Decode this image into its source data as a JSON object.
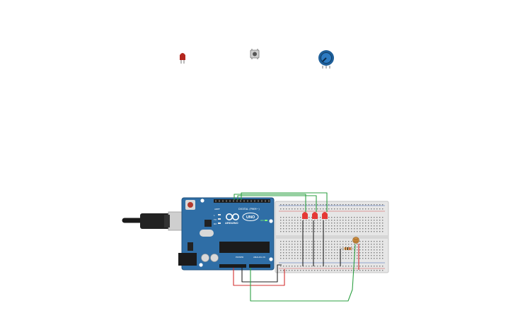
{
  "palette_components": [
    {
      "name": "led",
      "color": "#b3261e"
    },
    {
      "name": "pushbutton",
      "color": "#8a8a8a"
    },
    {
      "name": "potentiometer",
      "color": "#1f5f99"
    }
  ],
  "arduino": {
    "brand": "ARDUINO",
    "model": "UNO",
    "header_digital": "DIGITAL (PWM~)",
    "header_power": "POWER",
    "header_analog": "ANALOG IN",
    "label_on": "ON",
    "label_tx": "TX",
    "label_rx": "RX",
    "label_l": "L",
    "label_aref": "AREF",
    "board_color": "#2f6ea6"
  },
  "breadboard": {
    "leds": [
      {
        "name": "led-1",
        "color": "#e53935"
      },
      {
        "name": "led-2",
        "color": "#e53935"
      },
      {
        "name": "led-3",
        "color": "#e53935"
      }
    ],
    "photoresistor": {
      "color": "#c98a3d"
    },
    "resistor": {
      "color": "#d4a86a"
    }
  },
  "wire_colors": {
    "green": "#2ea043",
    "red": "#d32f2f",
    "black": "#222222"
  }
}
